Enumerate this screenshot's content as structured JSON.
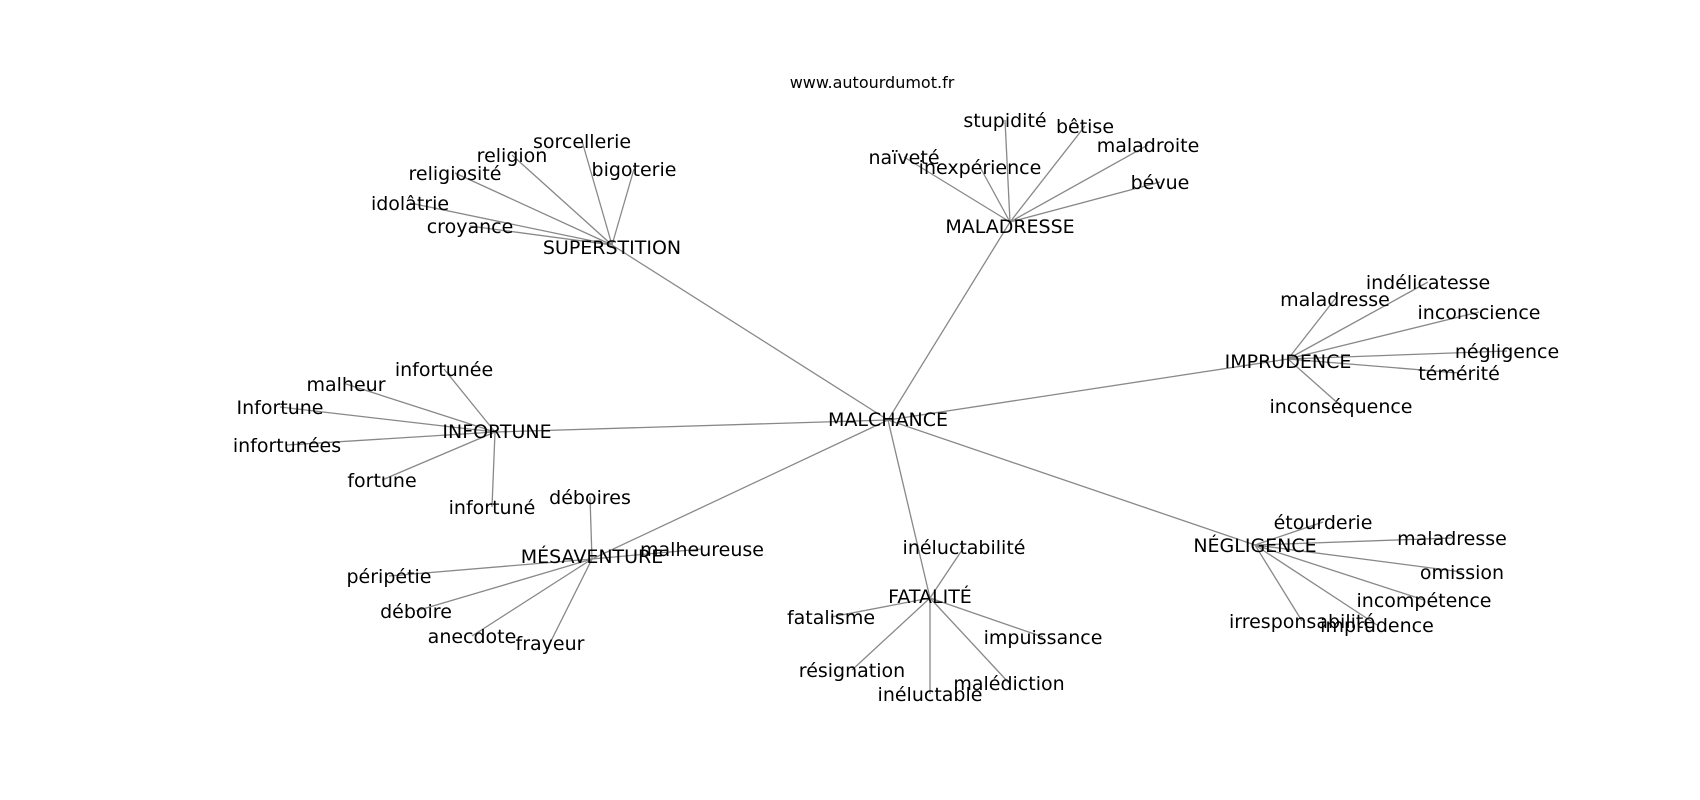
{
  "source": "www.autourdumot.fr",
  "root": "MALCHANCE",
  "clusters": [
    {
      "id": "superstition",
      "label": "SUPERSTITION",
      "words": [
        "sorcellerie",
        "religion",
        "bigoterie",
        "religiosité",
        "idolâtrie",
        "croyance"
      ]
    },
    {
      "id": "maladresse",
      "label": "MALADRESSE",
      "words": [
        "stupidité",
        "bêtise",
        "maladroite",
        "naïveté",
        "inexpérience",
        "bévue"
      ]
    },
    {
      "id": "imprudence",
      "label": "IMPRUDENCE",
      "words": [
        "indélicatesse",
        "maladresse",
        "inconscience",
        "négligence",
        "témérité",
        "inconséquence"
      ]
    },
    {
      "id": "infortune",
      "label": "INFORTUNE",
      "words": [
        "infortunée",
        "malheur",
        "Infortune",
        "infortunées",
        "fortune",
        "infortuné"
      ]
    },
    {
      "id": "mesaventure",
      "label": "MÉSAVENTURE",
      "words": [
        "déboires",
        "malheureuse",
        "péripétie",
        "déboire",
        "anecdote",
        "frayeur"
      ]
    },
    {
      "id": "fatalite",
      "label": "FATALITÉ",
      "words": [
        "inéluctabilité",
        "fatalisme",
        "impuissance",
        "résignation",
        "malédiction",
        "inéluctable"
      ]
    },
    {
      "id": "negligence",
      "label": "NÉGLIGENCE",
      "words": [
        "étourderie",
        "maladresse",
        "omission",
        "incompétence",
        "irresponsabilité",
        "imprudence"
      ]
    }
  ]
}
